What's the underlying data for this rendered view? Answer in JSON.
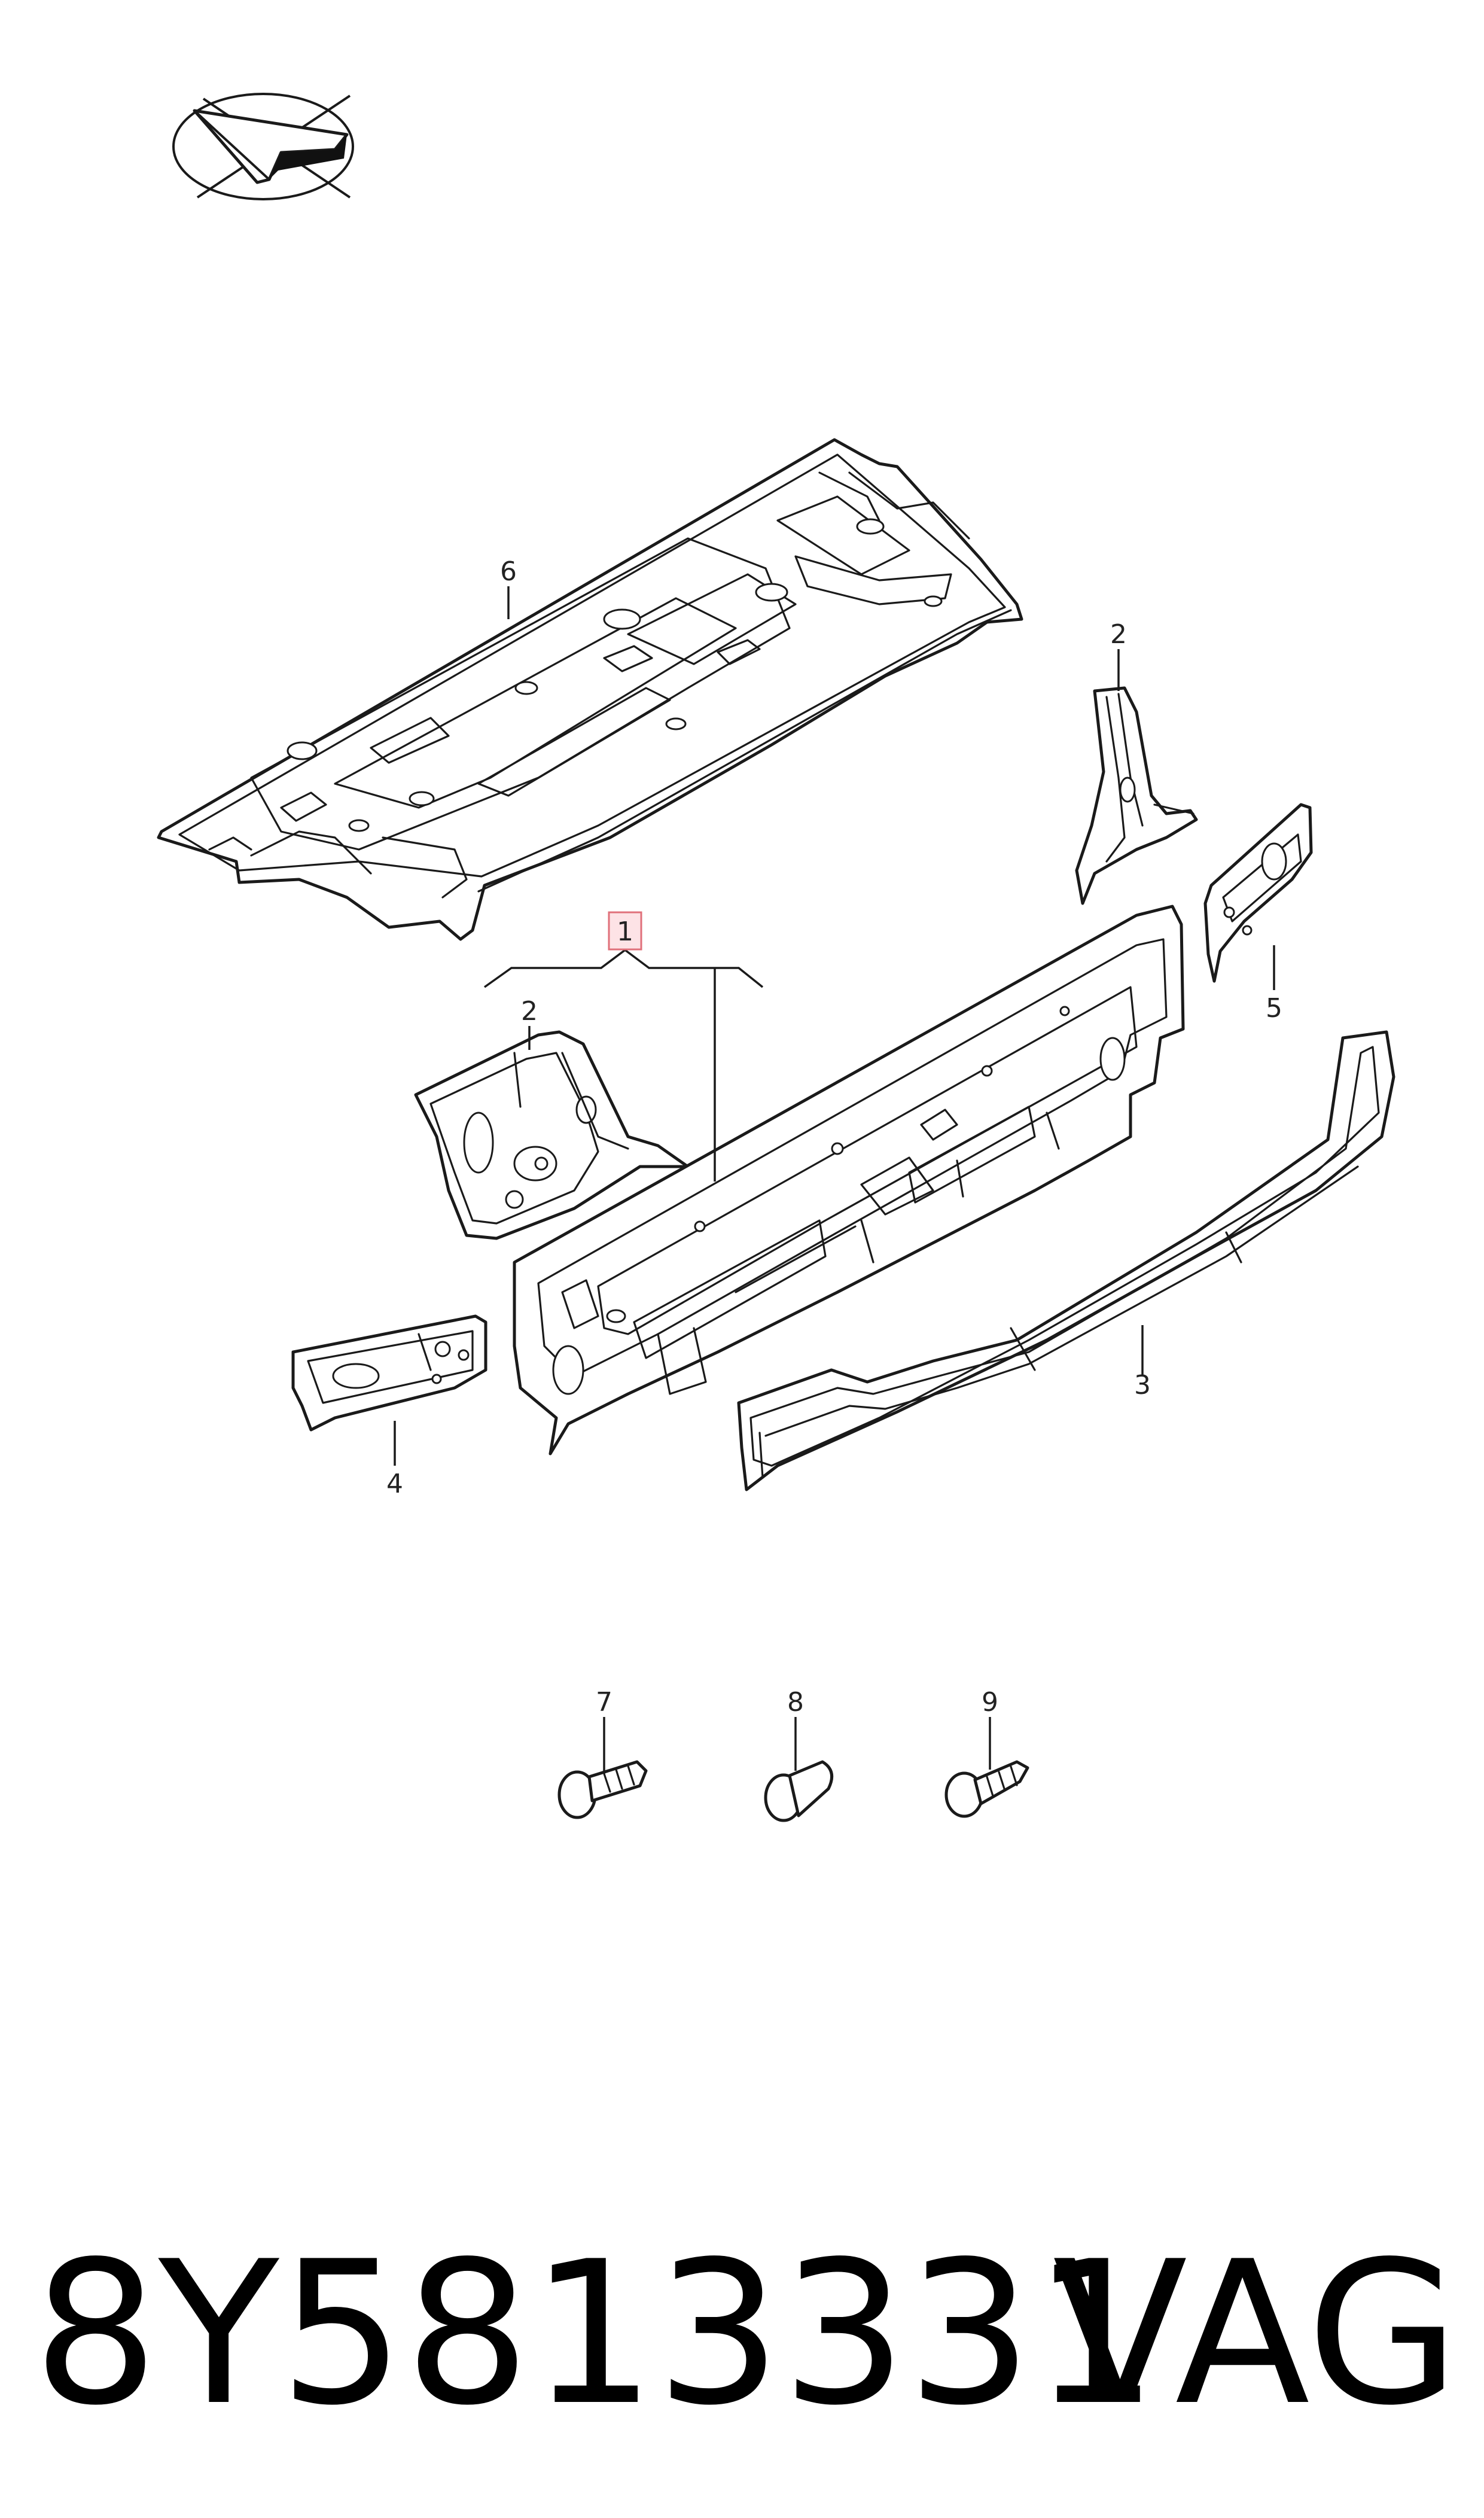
{
  "callouts": {
    "c1": "1",
    "c2a": "2",
    "c2b": "2",
    "c3": "3",
    "c4": "4",
    "c5": "5",
    "c6": "6",
    "c7": "7",
    "c8": "8",
    "c9": "9"
  },
  "footer": {
    "part_number": "8Y5813331",
    "brand": "VAG"
  },
  "colors": {
    "line": "#1a1a1a",
    "highlight_stroke": "#e0707a",
    "highlight_fill": "#fde3e6"
  },
  "icons": {
    "orientation": "direction-arrow-icon"
  }
}
